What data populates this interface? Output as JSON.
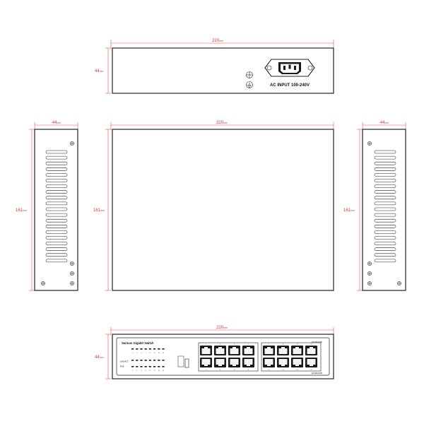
{
  "dimensions": {
    "width": {
      "value": "220",
      "unit": "mm"
    },
    "height": {
      "value": "44",
      "unit": "mm"
    },
    "depth": {
      "value": "161",
      "unit": "mm"
    }
  },
  "rear": {
    "power_label": "AC INPUT 100-240V"
  },
  "front": {
    "product_label": "Serious Gigabit Switch",
    "led_row_a": "LINK/ACT",
    "led_row_b": "POE",
    "speed_top": "10/100/1000",
    "speed_bottom": "10/100/1000",
    "port_numbers_top": [
      "1",
      "3",
      "5",
      "7",
      "9",
      "11",
      "13",
      "15"
    ],
    "port_numbers_bottom": [
      "2",
      "4",
      "6",
      "8",
      "10",
      "12",
      "14",
      "16"
    ]
  }
}
